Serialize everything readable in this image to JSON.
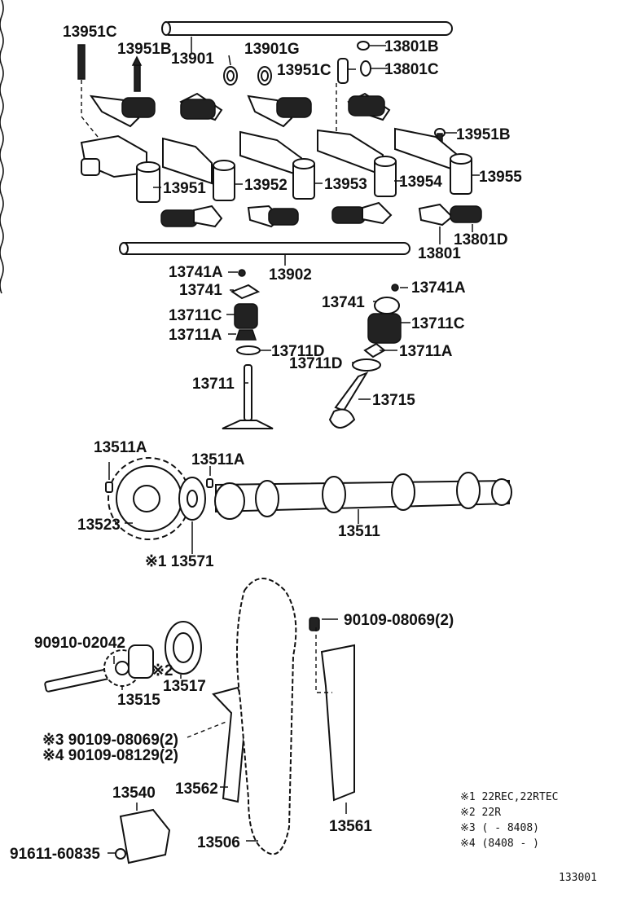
{
  "labels": {
    "p13951C_top": "13951C",
    "p13951B_top": "13951B",
    "p13901": "13901",
    "p13901G": "13901G",
    "p13951C_mid": "13951C",
    "p13801B": "13801B",
    "p13801C": "13801C",
    "p13951B_right": "13951B",
    "p13951": "13951",
    "p13952": "13952",
    "p13953": "13953",
    "p13954": "13954",
    "p13955": "13955",
    "p13801": "13801",
    "p13801D": "13801D",
    "p13902": "13902",
    "p13741A_left": "13741A",
    "p13741_left": "13741",
    "p13711C_left": "13711C",
    "p13711A_left": "13711A",
    "p13711D_left": "13711D",
    "p13711": "13711",
    "p13741A_right": "13741A",
    "p13741_right": "13741",
    "p13711C_right": "13711C",
    "p13711A_right": "13711A",
    "p13711D_right": "13711D",
    "p13715": "13715",
    "p13511A_left": "13511A",
    "p13511A_right": "13511A",
    "p13523": "13523",
    "p13511": "13511",
    "p13571": "※1 13571",
    "p90910": "90910-02042",
    "p13515": "13515",
    "p13517_mark": "※2",
    "p13517": "13517",
    "p90109_top": "90109-08069(2)",
    "p90109_3": "※3 90109-08069(2)",
    "p90109_4": "※4 90109-08129(2)",
    "p13540": "13540",
    "p13562": "13562",
    "p13561": "13561",
    "p13506": "13506",
    "p91611": "91611-60835"
  },
  "notes": [
    "※1 22REC,22RTEC",
    "※2 22R",
    "※3 (       - 8408)",
    "※4 (8408 -       )"
  ],
  "diagram_code": "133001"
}
